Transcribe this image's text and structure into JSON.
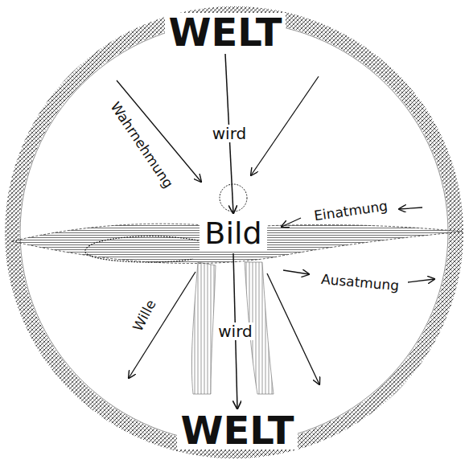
{
  "diagram": {
    "nodes": [
      {
        "text": [
          "WELT"
        ]
      },
      {
        "text": [
          "Bild"
        ]
      },
      {
        "text": [
          "WELT"
        ]
      }
    ],
    "edges": [
      {
        "from": 0,
        "to": 1,
        "arrow": "to",
        "label": "wird"
      },
      {
        "from": 1,
        "to": 2,
        "arrow": "to",
        "label": "wird"
      }
    ],
    "labels": [
      "Wahrnehmung",
      "Einatmung",
      "Ausatmung",
      "Wille"
    ]
  }
}
